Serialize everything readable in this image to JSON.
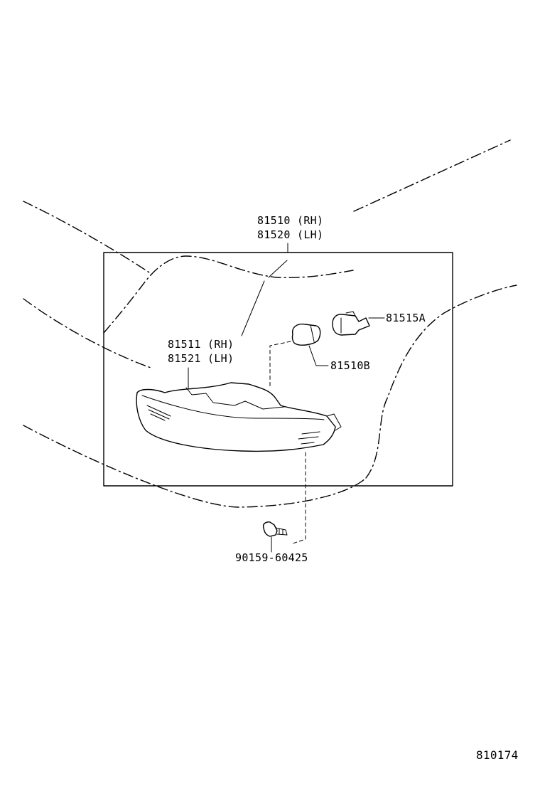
{
  "diagram": {
    "labels": {
      "lamp_assy_rh": "81510 (RH)",
      "lamp_assy_lh": "81520 (LH)",
      "lens_rh": "81511 (RH)",
      "lens_lh": "81521 (LH)",
      "socket": "81515A",
      "bulb": "81510B",
      "screw": "90159-60425",
      "figure_number": "810174"
    }
  }
}
